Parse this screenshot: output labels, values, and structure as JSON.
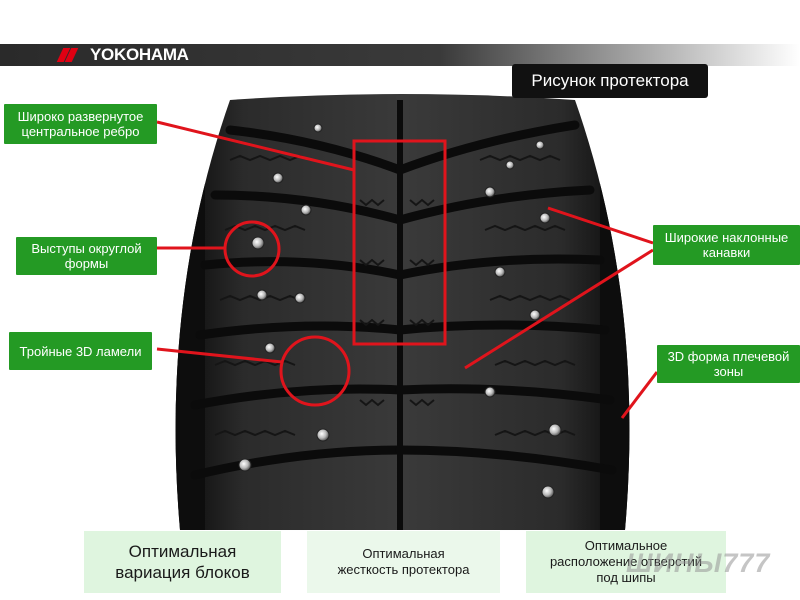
{
  "brand": {
    "name": "YOKOHAMA"
  },
  "title": "Рисунок протектора",
  "callouts": {
    "central_rib": "Широко развернутое центральное ребро",
    "round_studs": "Выступы округлой формы",
    "sipes": "Тройные 3D ламели",
    "grooves": "Широкие наклонные канавки",
    "shoulder": "3D форма плечевой зоны"
  },
  "bottom": {
    "blocks": "Оптимальная вариация блоков",
    "rigidity": "Оптимальная жесткость протектора",
    "studs": "Оптимальное расположение отверстий под шипы"
  },
  "watermark": "ШИНЫ777",
  "colors": {
    "callout_bg": "#249a24",
    "annotation_red": "#e0141c",
    "bottom_bg": "#dff5df",
    "brand_red": "#e00012"
  }
}
